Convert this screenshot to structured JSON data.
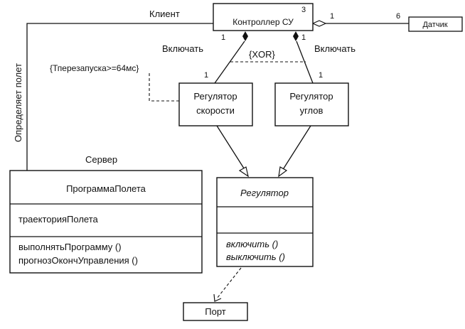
{
  "classes": {
    "controller": {
      "name": "Контроллер СУ",
      "multiplicity": "3"
    },
    "sensor": {
      "name": "Датчик"
    },
    "speed_regulator": {
      "line1": "Регулятор",
      "line2": "скорости"
    },
    "angle_regulator": {
      "line1": "Регулятор",
      "line2": "углов"
    },
    "regulator": {
      "name": "Регулятор",
      "op1": "включить ()",
      "op2": "выключить ()"
    },
    "port": {
      "name": "Порт"
    },
    "flight_program": {
      "role": "Сервер",
      "name": "ПрограммаПолета",
      "attribute": "траекторияПолета",
      "op1": "выполнятьПрограмму ()",
      "op2": "прогнозОкончУправления ()"
    }
  },
  "associations": {
    "client_role": "Клиент",
    "vertical_label": "Определяет полет",
    "sensor_left_mult": "1",
    "sensor_right_mult": "6",
    "left_include": "Включать",
    "right_include": "Включать",
    "xor": "{XOR}",
    "constraint": "{Тперезапуска>=64мс}",
    "mult_ctrl_left": "1",
    "mult_ctrl_right": "1",
    "mult_speed": "1",
    "mult_angle": "1"
  }
}
